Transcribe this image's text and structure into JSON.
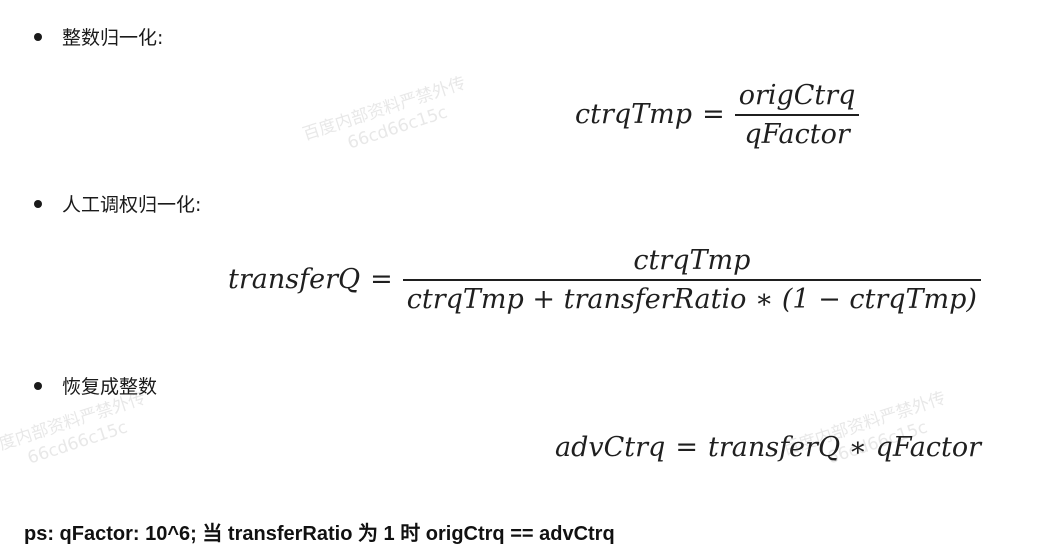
{
  "bullets": [
    {
      "label": "整数归一化:"
    },
    {
      "label": "人工调权归一化:"
    },
    {
      "label": "恢复成整数"
    }
  ],
  "formulas": {
    "f1": {
      "lhs": "ctrqTmp",
      "eq": "=",
      "numerator": "origCtrq",
      "denominator": "qFactor"
    },
    "f2": {
      "lhs": "transferQ",
      "eq": "=",
      "numerator": "ctrqTmp",
      "denominator": "ctrqTmp + transferRatio ∗ (1 − ctrqTmp)"
    },
    "f3": {
      "lhs": "advCtrq",
      "eq": "=",
      "rhs": "transferQ ∗ qFactor"
    }
  },
  "footer": {
    "note": "ps: qFactor: 10^6;  当 transferRatio 为 1 时 origCtrq == advCtrq"
  },
  "watermark": {
    "line1": "百度内部资料严禁外传",
    "line2": "66cd66c15c"
  }
}
